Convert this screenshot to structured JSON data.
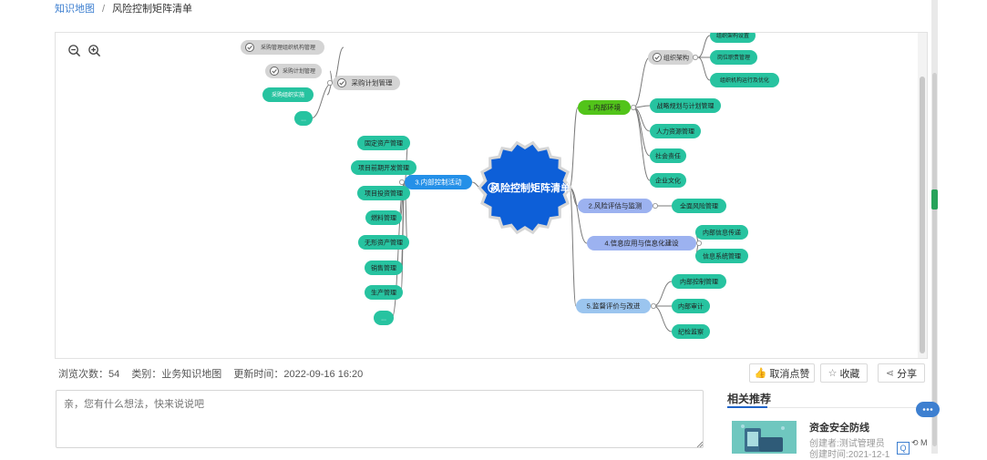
{
  "breadcrumb": {
    "parent": "知识地图",
    "separator": "/",
    "current": "风险控制矩阵清单"
  },
  "mindmap": {
    "center": "风险控制矩阵清单",
    "left": {
      "purchase": {
        "label": "采购计划管理",
        "children": [
          "采购管理组织机构管理",
          "采购计划管理",
          "采购组织实施",
          "..."
        ]
      },
      "internal_control": {
        "label": "3.内部控制活动",
        "children": [
          "固定资产管理",
          "项目前期开发管理",
          "项目投资管理",
          "燃料管理",
          "无形资产管理",
          "销售管理",
          "生产管理",
          "..."
        ]
      }
    },
    "right": {
      "env": {
        "label": "1.内部环境",
        "org": {
          "label": "组织架构",
          "children": [
            "组织架构设置",
            "岗位职责管理",
            "组织机构运行及优化"
          ]
        },
        "children": [
          "战略规划与计划管理",
          "人力资源管理",
          "社会责任",
          "企业文化"
        ]
      },
      "risk": {
        "label": "2.风险评估与监测",
        "children": [
          "全面风险管理"
        ]
      },
      "info": {
        "label": "4.信息应用与信息化建设",
        "children": [
          "内部信息传递",
          "信息系统管理"
        ]
      },
      "monitor": {
        "label": "5.监督评价与改进",
        "children": [
          "内部控制管理",
          "内部审计",
          "纪检监察"
        ]
      }
    }
  },
  "meta": {
    "views": "浏览次数：54",
    "category": "类别：业务知识地图",
    "updated": "更新时间：2022-09-16 16:20"
  },
  "actions": {
    "like": "取消点赞",
    "favorite": "收藏",
    "share": "分享"
  },
  "comment": {
    "placeholder": "亲，您有什么想法，快来说说吧"
  },
  "related": {
    "title": "相关推荐",
    "item": {
      "name": "资金安全防线",
      "creator": "创建者:测试管理员",
      "time": "创建时间:2021-12-1"
    }
  },
  "side": {
    "qr": "Q",
    "text": "⟲ M"
  },
  "colors": {
    "center": "#0d5fd8",
    "green": "#27c3a0",
    "darkgreen": "#52c41a",
    "blue": "#2490e8",
    "lavender": "#9cb2f0",
    "lightblue": "#9bc5ef",
    "gray": "#d4d4d4"
  }
}
